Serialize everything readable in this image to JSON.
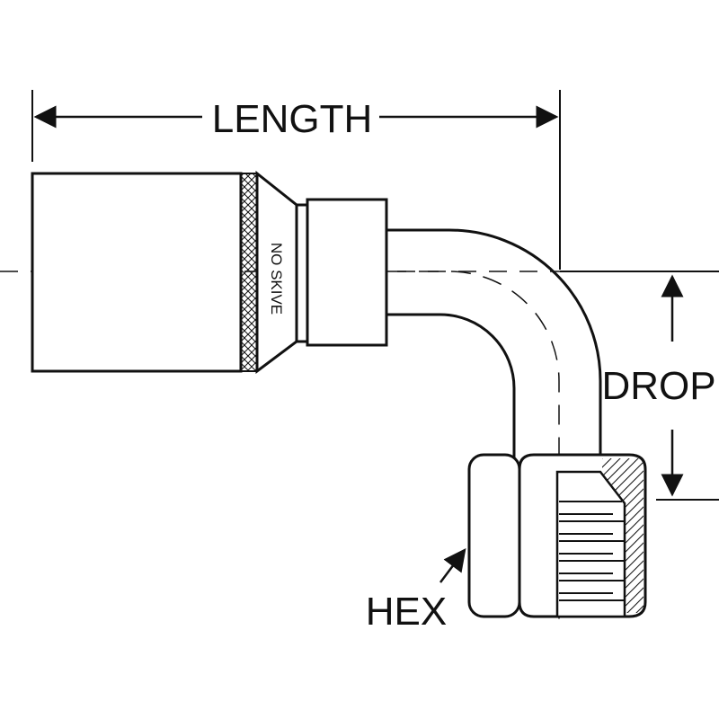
{
  "labels": {
    "length": "LENGTH",
    "drop": "DROP",
    "hex": "HEX",
    "no_skive": "NO SKIVE"
  },
  "colors": {
    "line": "#111111",
    "background": "#ffffff"
  }
}
